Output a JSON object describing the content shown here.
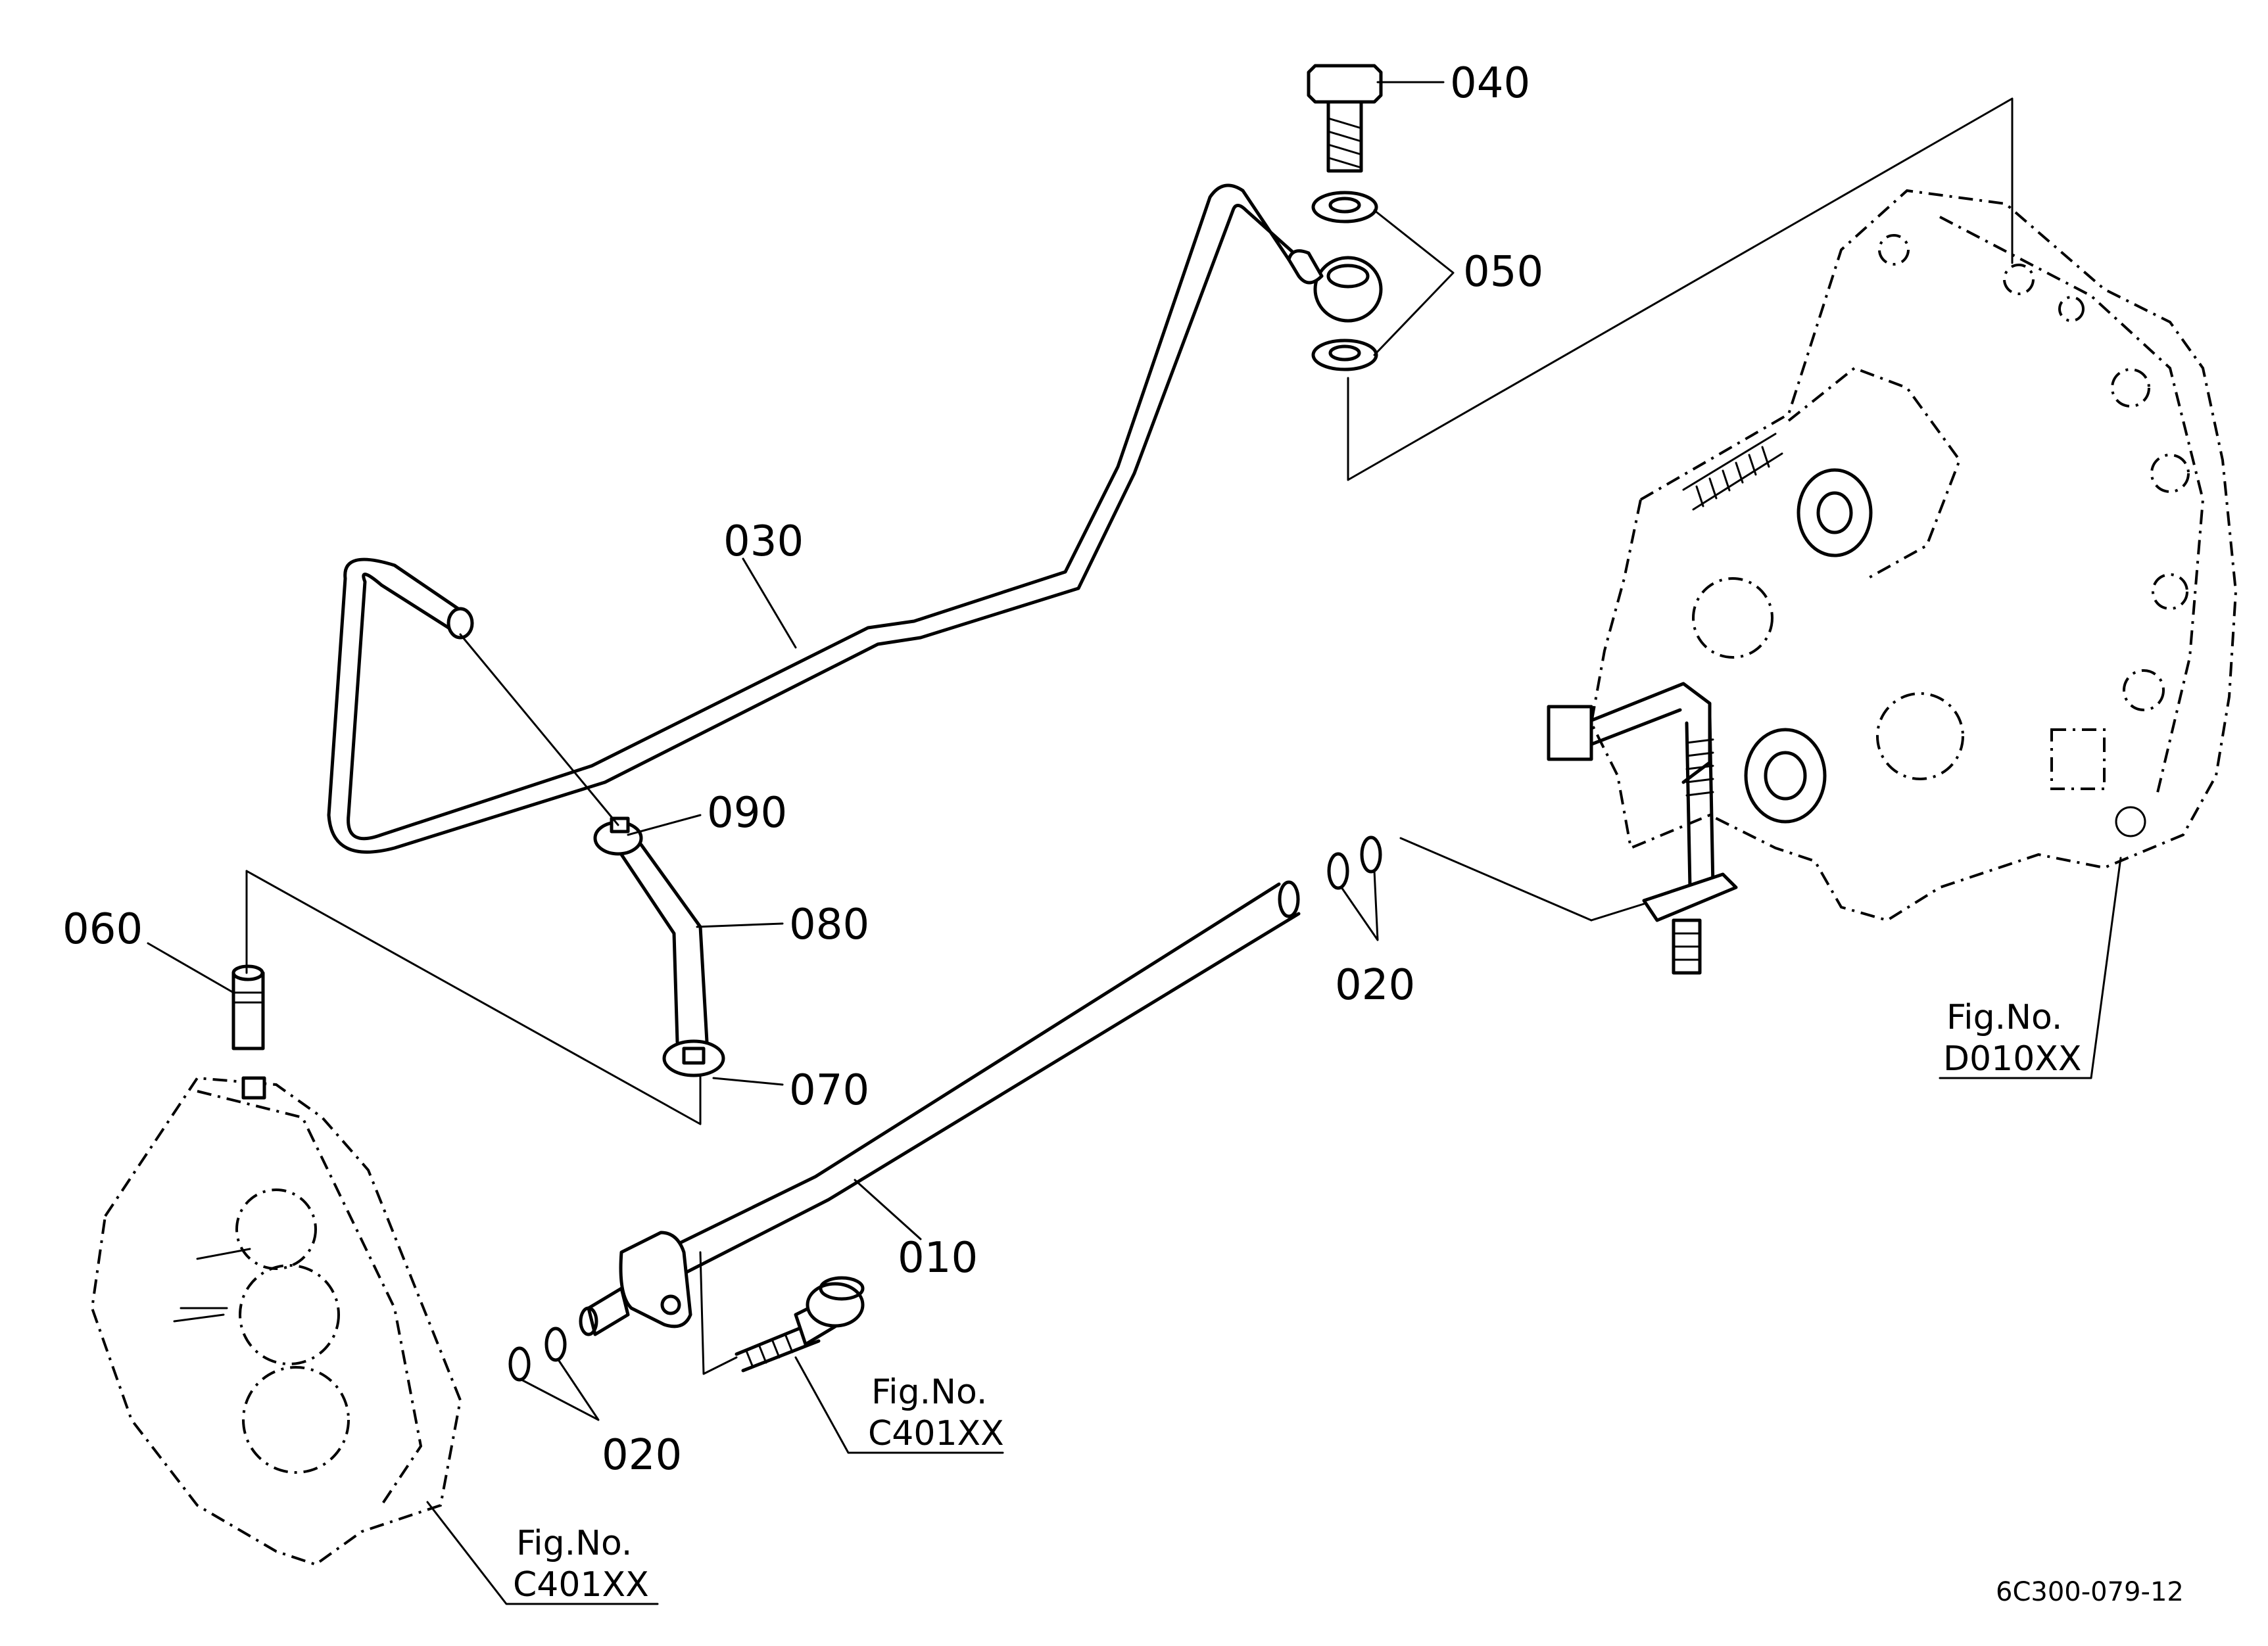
{
  "labels": {
    "p010": "010",
    "p020a": "020",
    "p020b": "020",
    "p030": "030",
    "p040": "040",
    "p050": "050",
    "p060": "060",
    "p070": "070",
    "p080": "080",
    "p090": "090"
  },
  "figrefs": {
    "d010": {
      "line1": "Fig.No.",
      "line2": "D010XX"
    },
    "c401_bolt": {
      "line1": "Fig.No.",
      "line2": "C401XX"
    },
    "c401_case": {
      "line1": "Fig.No.",
      "line2": "C401XX"
    }
  },
  "drawing_code": "6C300-079-12"
}
